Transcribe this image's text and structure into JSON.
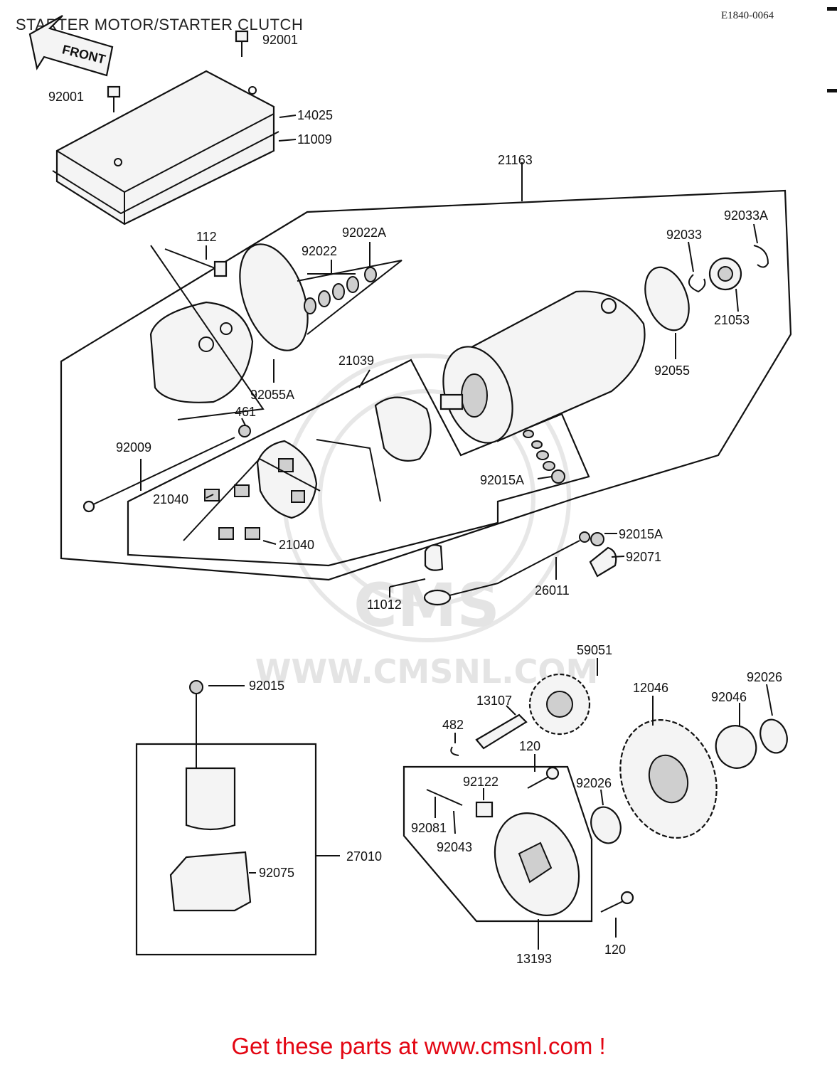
{
  "header": {
    "title": "STARTER MOTOR/STARTER CLUTCH",
    "diagram_code": "E1840-0064"
  },
  "front_indicator": "FRONT",
  "watermark": {
    "logo_text": "CMS",
    "url_text": "WWW.CMSNL.COM"
  },
  "part_labels": [
    {
      "id": "p92001a",
      "text": "92001"
    },
    {
      "id": "p92001b",
      "text": "92001"
    },
    {
      "id": "p14025",
      "text": "14025"
    },
    {
      "id": "p11009",
      "text": "11009"
    },
    {
      "id": "p21163",
      "text": "21163"
    },
    {
      "id": "p112",
      "text": "112"
    },
    {
      "id": "p92022",
      "text": "92022"
    },
    {
      "id": "p92022A",
      "text": "92022A"
    },
    {
      "id": "p92033",
      "text": "92033"
    },
    {
      "id": "p92033A",
      "text": "92033A"
    },
    {
      "id": "p21053",
      "text": "21053"
    },
    {
      "id": "p92055",
      "text": "92055"
    },
    {
      "id": "p92055A",
      "text": "92055A"
    },
    {
      "id": "p21039",
      "text": "21039"
    },
    {
      "id": "p461",
      "text": "461"
    },
    {
      "id": "p92009",
      "text": "92009"
    },
    {
      "id": "p21040a",
      "text": "21040"
    },
    {
      "id": "p21040b",
      "text": "21040"
    },
    {
      "id": "p92015Aa",
      "text": "92015A"
    },
    {
      "id": "p92015Ab",
      "text": "92015A"
    },
    {
      "id": "p92071",
      "text": "92071"
    },
    {
      "id": "p26011",
      "text": "26011"
    },
    {
      "id": "p11012",
      "text": "11012"
    },
    {
      "id": "p59051",
      "text": "59051"
    },
    {
      "id": "p92015",
      "text": "92015"
    },
    {
      "id": "p13107",
      "text": "13107"
    },
    {
      "id": "p12046",
      "text": "12046"
    },
    {
      "id": "p92046",
      "text": "92046"
    },
    {
      "id": "p92026a",
      "text": "92026"
    },
    {
      "id": "p482",
      "text": "482"
    },
    {
      "id": "p120a",
      "text": "120"
    },
    {
      "id": "p92122",
      "text": "92122"
    },
    {
      "id": "p92026b",
      "text": "92026"
    },
    {
      "id": "p92081",
      "text": "92081"
    },
    {
      "id": "p92043",
      "text": "92043"
    },
    {
      "id": "p27010",
      "text": "27010"
    },
    {
      "id": "p92075",
      "text": "92075"
    },
    {
      "id": "p13193",
      "text": "13193"
    },
    {
      "id": "p120b",
      "text": "120"
    }
  ],
  "footer": {
    "cta": "Get these parts at www.cmsnl.com !"
  }
}
